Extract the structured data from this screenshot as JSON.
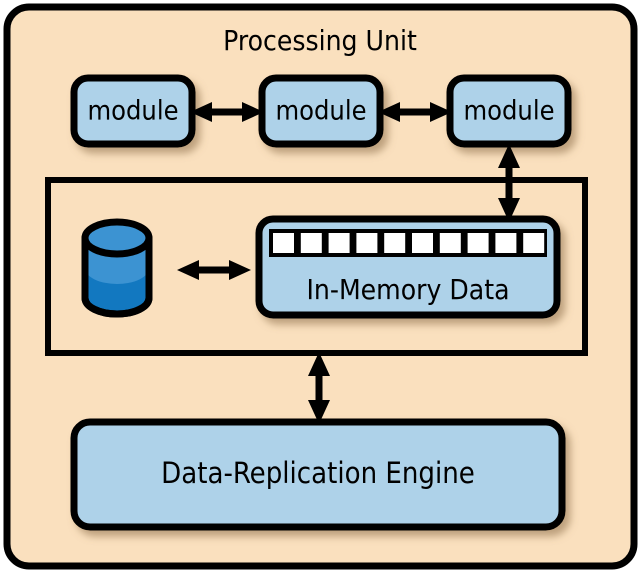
{
  "diagram": {
    "type": "block-diagram",
    "title": "Processing Unit",
    "colors": {
      "outer_background": "#fae0be",
      "box_fill": "#aed2e9",
      "stroke": "#000000",
      "cylinder_body": "#1278c0",
      "cylinder_top": "#3c93d2",
      "cell_fill": "#ffffff",
      "shadow": "#c9a888"
    },
    "outer_container": {
      "label": "Processing Unit",
      "shape": "rounded-rectangle"
    },
    "modules": [
      {
        "id": "module-1",
        "label": "module"
      },
      {
        "id": "module-2",
        "label": "module"
      },
      {
        "id": "module-3",
        "label": "module"
      }
    ],
    "memory_group": {
      "shape": "rectangle",
      "database": {
        "label": "",
        "shape": "cylinder",
        "name": "database-cylinder"
      },
      "in_memory": {
        "label": "In-Memory Data",
        "shape": "rounded-rectangle",
        "cell_count": 10
      }
    },
    "replication_engine": {
      "label": "Data-Replication Engine",
      "shape": "rounded-rectangle"
    },
    "connections": [
      {
        "id": "conn-m1-m2",
        "from": "module-1",
        "to": "module-2",
        "direction": "bidirectional",
        "orientation": "horizontal"
      },
      {
        "id": "conn-m2-m3",
        "from": "module-2",
        "to": "module-3",
        "direction": "bidirectional",
        "orientation": "horizontal"
      },
      {
        "id": "conn-memgroup-m3",
        "from": "memory-group",
        "to": "module-3",
        "direction": "unidirectional-up",
        "orientation": "vertical"
      },
      {
        "id": "conn-m3-memory",
        "from": "module-3",
        "to": "in-memory-data",
        "direction": "unidirectional-down",
        "orientation": "vertical"
      },
      {
        "id": "conn-db-memory",
        "from": "database-cylinder",
        "to": "in-memory-data",
        "direction": "bidirectional",
        "orientation": "horizontal"
      },
      {
        "id": "conn-memgroup-engine",
        "from": "memory-group",
        "to": "replication-engine",
        "direction": "bidirectional",
        "orientation": "vertical"
      }
    ]
  }
}
